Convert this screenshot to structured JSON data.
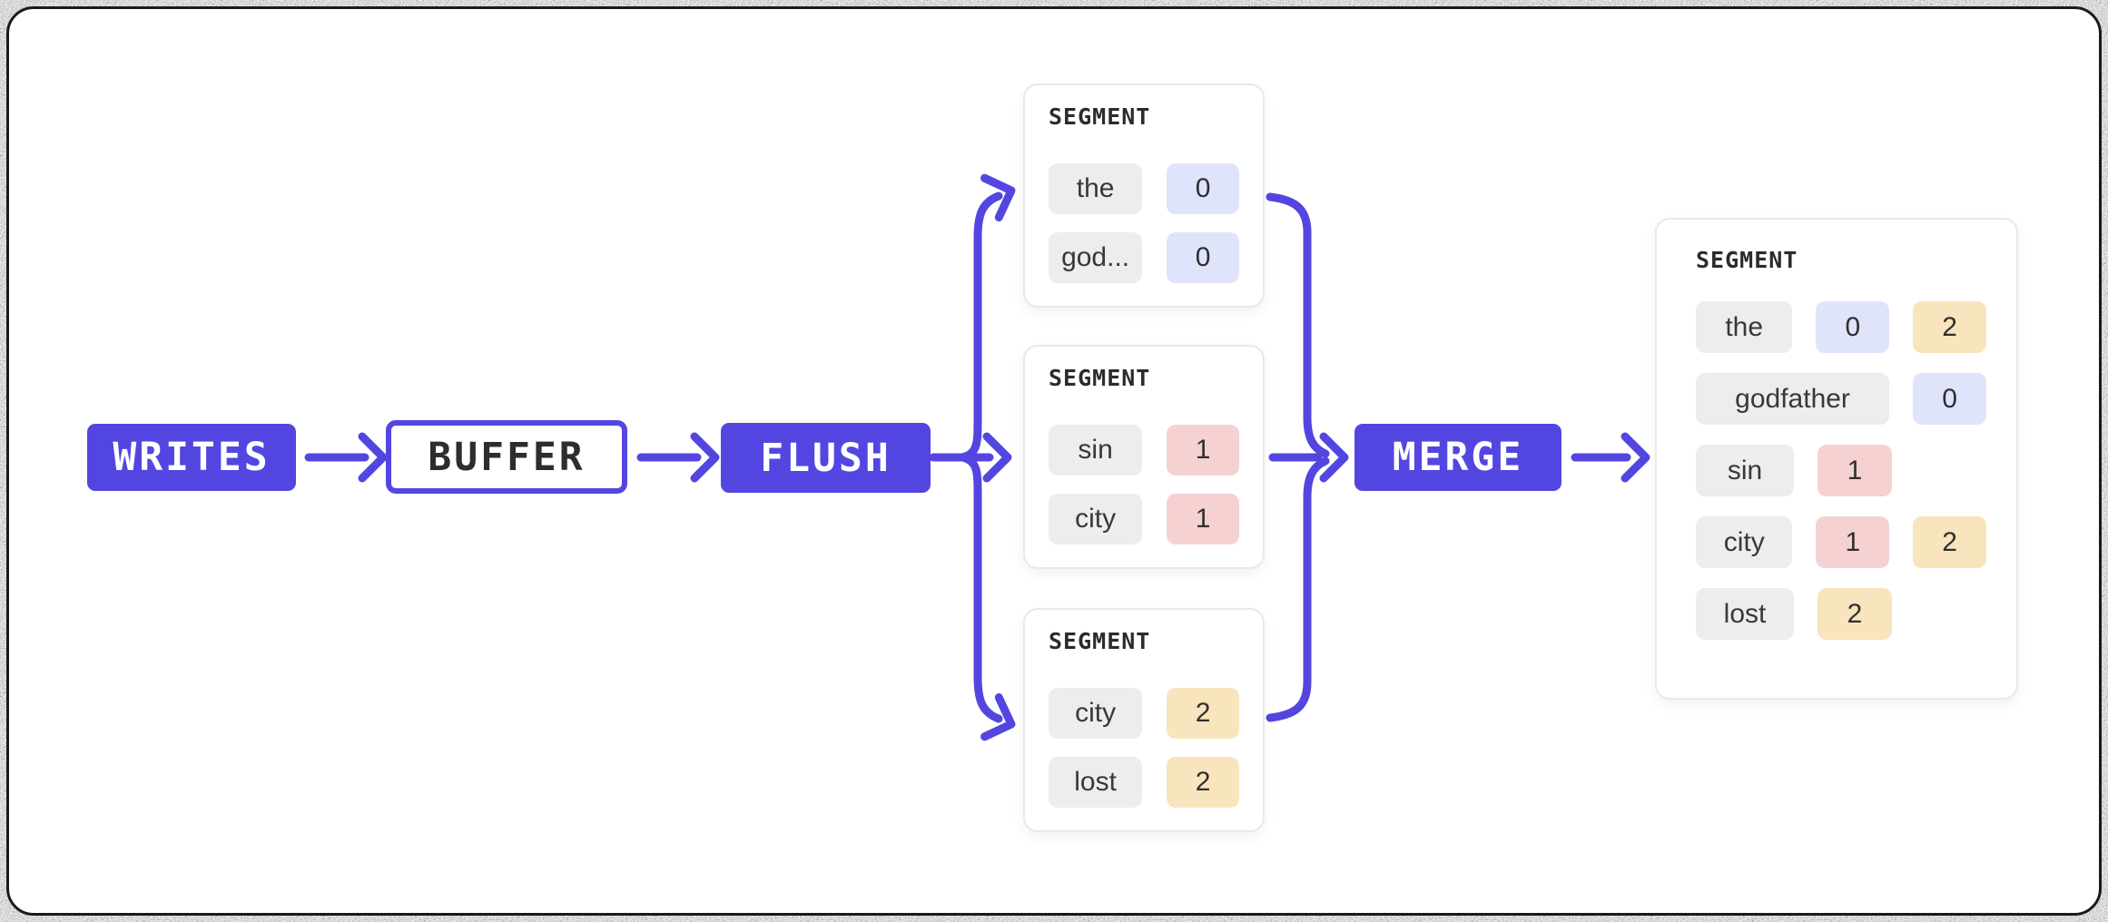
{
  "colors": {
    "accent": "#5346e0",
    "chip_gray": "#ededed",
    "chip_blue": "#dfe4fb",
    "chip_pink": "#f5d1d1",
    "chip_yellow": "#f8e4bd"
  },
  "nodes": {
    "writes": "WRITES",
    "buffer": "BUFFER",
    "flush": "FLUSH",
    "merge": "MERGE"
  },
  "segments": [
    {
      "title": "SEGMENT",
      "rows": [
        {
          "term": "the",
          "postings": [
            {
              "value": "0",
              "color": "blue"
            }
          ]
        },
        {
          "term": "god...",
          "postings": [
            {
              "value": "0",
              "color": "blue"
            }
          ]
        }
      ]
    },
    {
      "title": "SEGMENT",
      "rows": [
        {
          "term": "sin",
          "postings": [
            {
              "value": "1",
              "color": "pink"
            }
          ]
        },
        {
          "term": "city",
          "postings": [
            {
              "value": "1",
              "color": "pink"
            }
          ]
        }
      ]
    },
    {
      "title": "SEGMENT",
      "rows": [
        {
          "term": "city",
          "postings": [
            {
              "value": "2",
              "color": "yellow"
            }
          ]
        },
        {
          "term": "lost",
          "postings": [
            {
              "value": "2",
              "color": "yellow"
            }
          ]
        }
      ]
    }
  ],
  "merged_segment": {
    "title": "SEGMENT",
    "rows": [
      {
        "term": "the",
        "wide": false,
        "postings": [
          {
            "value": "0",
            "color": "blue"
          },
          {
            "value": "2",
            "color": "yellow"
          }
        ]
      },
      {
        "term": "godfather",
        "wide": true,
        "postings": [
          {
            "value": "0",
            "color": "blue"
          }
        ]
      },
      {
        "term": "sin",
        "wide": false,
        "postings": [
          {
            "value": "1",
            "color": "pink"
          }
        ]
      },
      {
        "term": "city",
        "wide": false,
        "postings": [
          {
            "value": "1",
            "color": "pink"
          },
          {
            "value": "2",
            "color": "yellow"
          }
        ]
      },
      {
        "term": "lost",
        "wide": false,
        "postings": [
          {
            "value": "2",
            "color": "yellow"
          }
        ]
      }
    ]
  }
}
